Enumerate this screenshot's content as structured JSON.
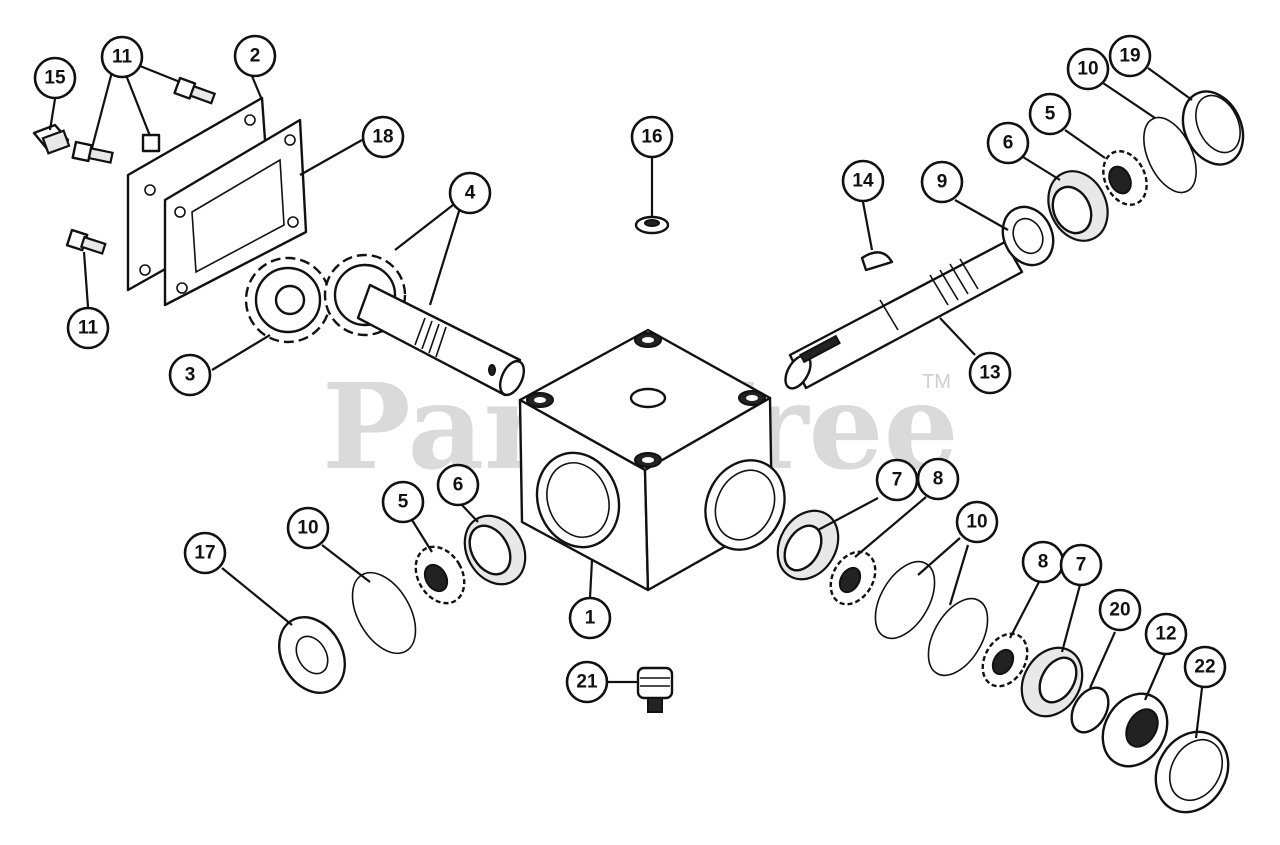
{
  "watermark": {
    "text": "PartsTree",
    "mark": "TM"
  },
  "callouts": [
    {
      "id": "c15",
      "label": "15"
    },
    {
      "id": "c11a",
      "label": "11"
    },
    {
      "id": "c2",
      "label": "2"
    },
    {
      "id": "c18",
      "label": "18"
    },
    {
      "id": "c4",
      "label": "4"
    },
    {
      "id": "c11b",
      "label": "11"
    },
    {
      "id": "c3",
      "label": "3"
    },
    {
      "id": "c16",
      "label": "16"
    },
    {
      "id": "c14",
      "label": "14"
    },
    {
      "id": "c9",
      "label": "9"
    },
    {
      "id": "c6a",
      "label": "6"
    },
    {
      "id": "c5a",
      "label": "5"
    },
    {
      "id": "c10a",
      "label": "10"
    },
    {
      "id": "c19",
      "label": "19"
    },
    {
      "id": "c13",
      "label": "13"
    },
    {
      "id": "c17",
      "label": "17"
    },
    {
      "id": "c10b",
      "label": "10"
    },
    {
      "id": "c5b",
      "label": "5"
    },
    {
      "id": "c6b",
      "label": "6"
    },
    {
      "id": "c1",
      "label": "1"
    },
    {
      "id": "c21",
      "label": "21"
    },
    {
      "id": "c7a",
      "label": "7"
    },
    {
      "id": "c8a",
      "label": "8"
    },
    {
      "id": "c10c",
      "label": "10"
    },
    {
      "id": "c8b",
      "label": "8"
    },
    {
      "id": "c7b",
      "label": "7"
    },
    {
      "id": "c20",
      "label": "20"
    },
    {
      "id": "c12",
      "label": "12"
    },
    {
      "id": "c22",
      "label": "22"
    }
  ]
}
